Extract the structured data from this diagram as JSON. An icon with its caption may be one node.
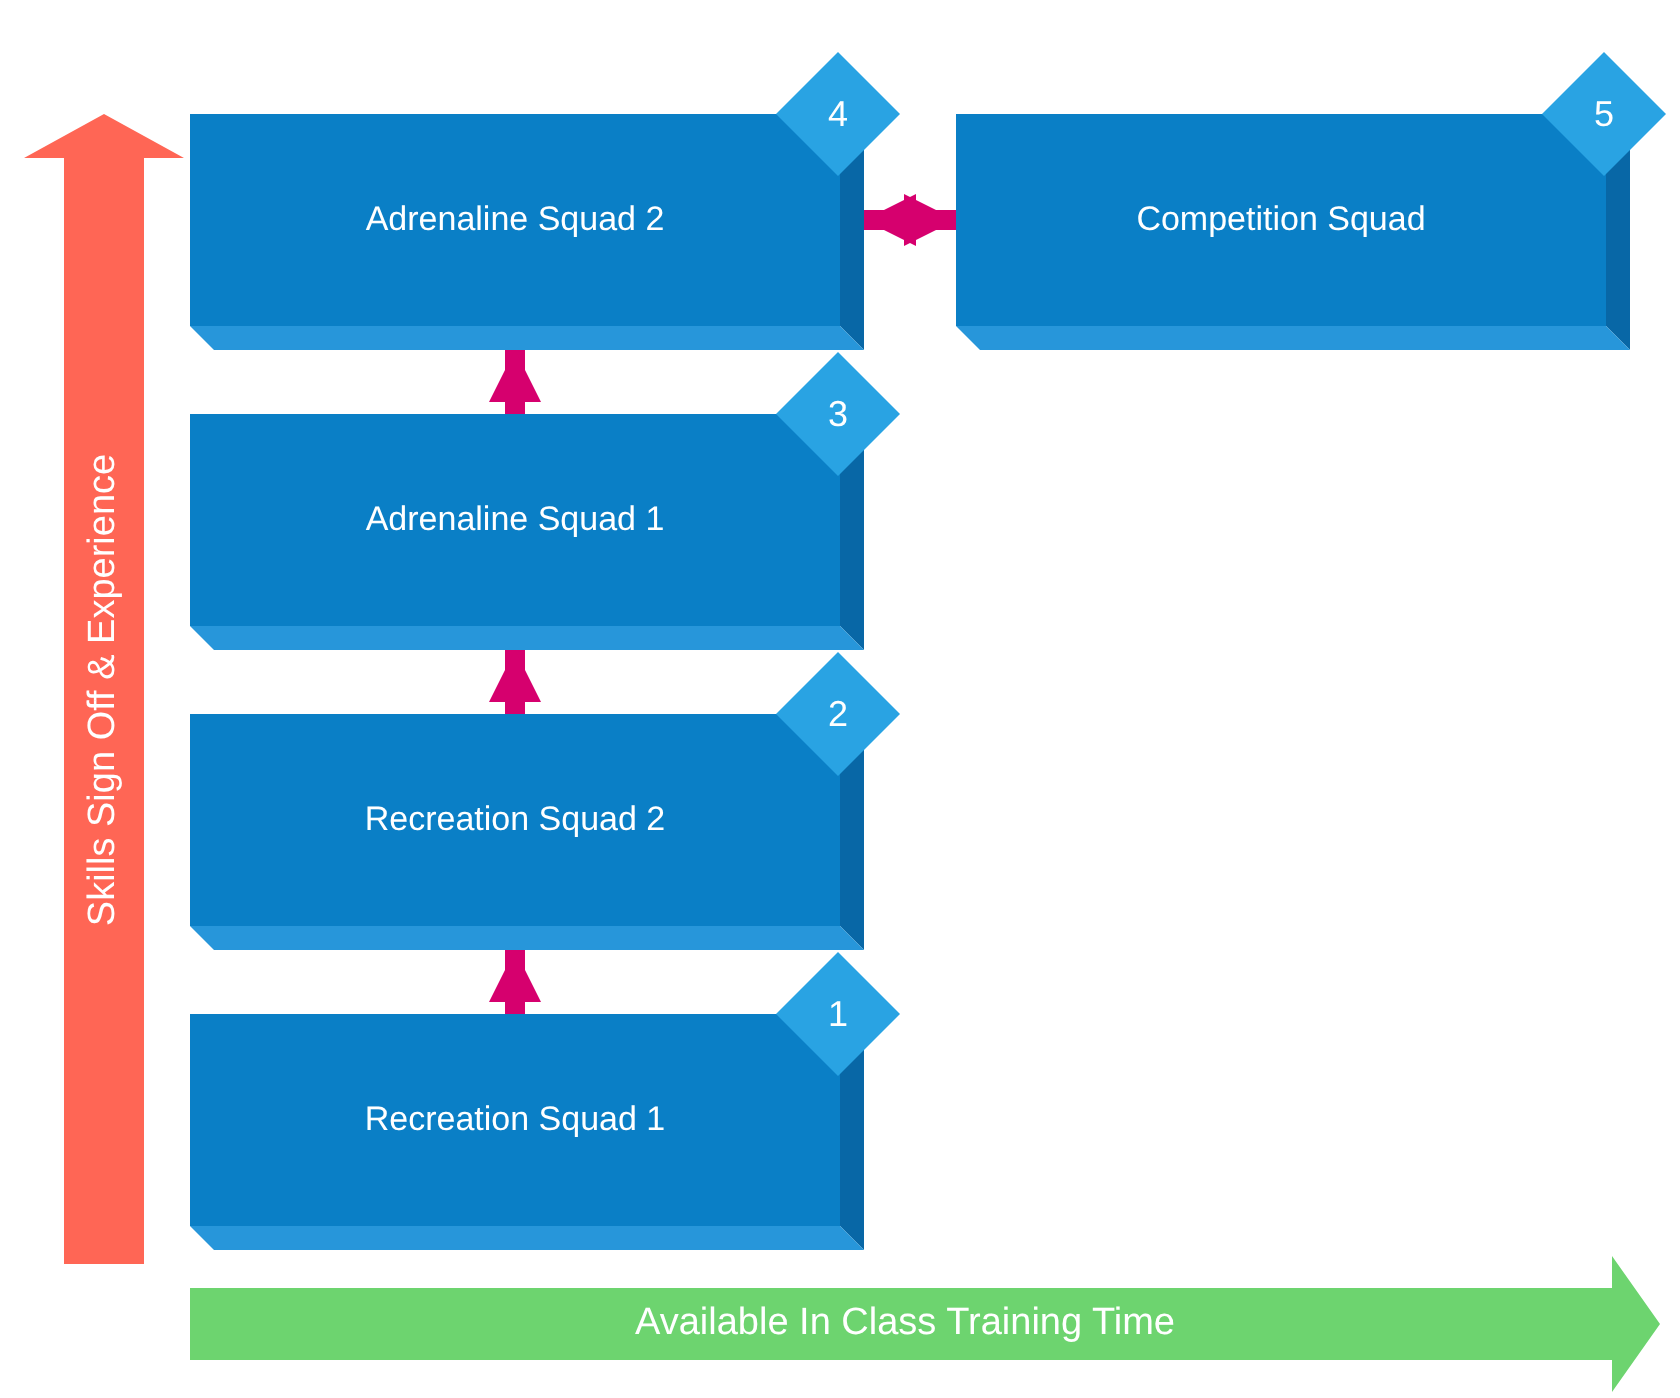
{
  "diagram": {
    "nodes": [
      {
        "text": [
          "Adrenaline Squad 2"
        ]
      },
      {
        "text": [
          "4"
        ]
      },
      {
        "text": [
          "Competition Squad"
        ]
      },
      {
        "text": [
          "5"
        ]
      },
      {
        "text": [
          "Adrenaline Squad 1"
        ]
      },
      {
        "text": [
          "3"
        ]
      },
      {
        "text": [
          "Recreation Squad 2"
        ]
      },
      {
        "text": [
          "2"
        ]
      },
      {
        "text": [
          "Recreation Squad 1"
        ]
      },
      {
        "text": [
          "1"
        ]
      },
      {
        "text": [
          "Skills Sign Off & Experience"
        ]
      },
      {
        "text": [
          "Available In Class Training Time"
        ]
      }
    ],
    "edges": [
      {
        "from": 8,
        "to": 6,
        "arrow": "to"
      },
      {
        "from": 6,
        "to": 4,
        "arrow": "to"
      },
      {
        "from": 4,
        "to": 0,
        "arrow": "to"
      },
      {
        "from": 0,
        "to": 2,
        "arrow": "both"
      }
    ]
  }
}
